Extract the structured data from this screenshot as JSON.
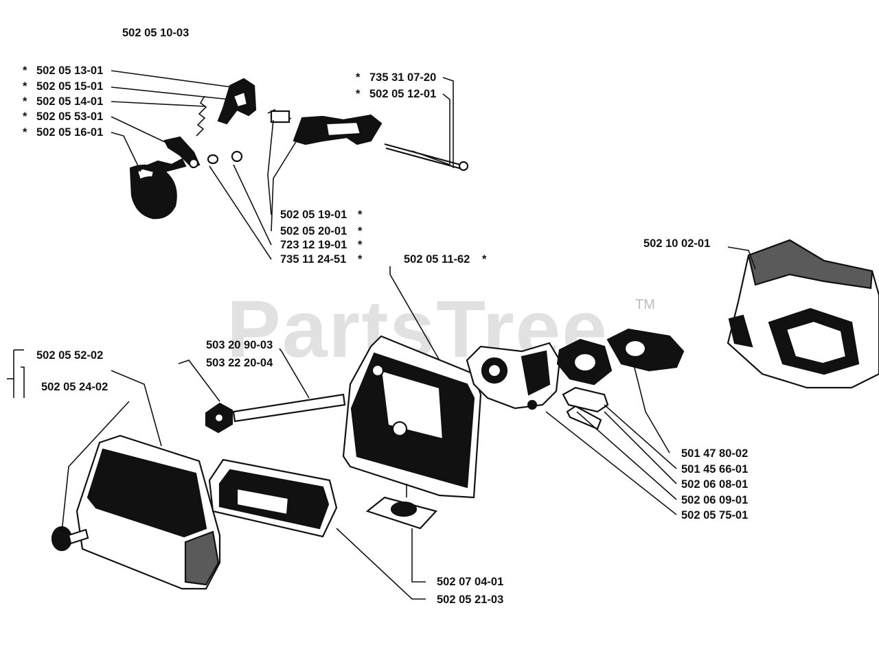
{
  "watermark": {
    "text": "PartsTree",
    "tm": "TM"
  },
  "labels": {
    "top_assembly": "502 05 10-03",
    "l1": "502 05 13-01",
    "l2": "502 05 15-01",
    "l3": "502 05 14-01",
    "l4": "502 05 53-01",
    "l5": "502 05 16-01",
    "r1": "735 31 07-20",
    "r2": "502 05 12-01",
    "m1": "502 05 19-01",
    "m2": "502 05 20-01",
    "m3": "723 12 19-01",
    "m4": "735 11 24-51",
    "carb": "502 05 11-62",
    "cover": "502 10 02-01",
    "bolt1": "503 20 90-03",
    "bolt2": "503 22 20-04",
    "filter1": "502 05 52-02",
    "filter2": "502 05 24-02",
    "c1": "501 47 80-02",
    "c2": "501 45 66-01",
    "c3": "502 06 08-01",
    "c4": "502 06 09-01",
    "c5": "502 05 75-01",
    "b1": "502 07 04-01",
    "b2": "502 05 21-03"
  },
  "marker": "*"
}
